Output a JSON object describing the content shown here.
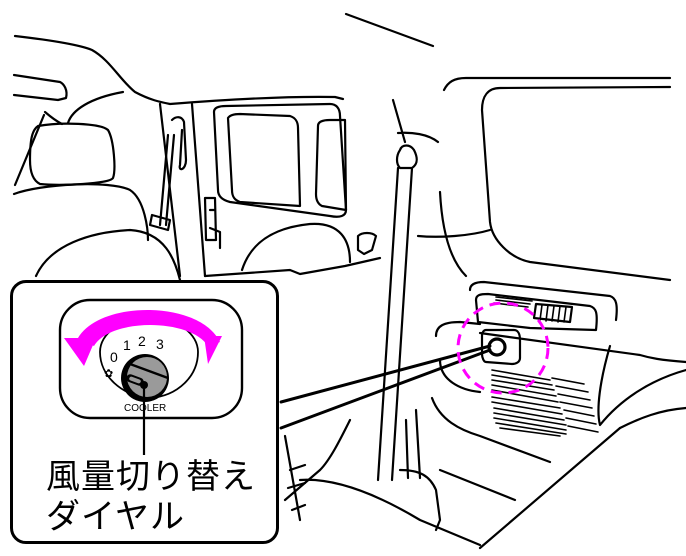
{
  "illustration": {
    "subject": "car interior with fan speed dial callout",
    "highlight_color": "#ff00ff",
    "line_color": "#000000",
    "background": "#ffffff"
  },
  "callout": {
    "dial": {
      "positions": [
        "0",
        "1",
        "2",
        "3"
      ],
      "off_symbol": "fan-icon",
      "cooler_label": "COOLER"
    },
    "label_line1": "風量切り替え",
    "label_line2": "ダイヤル"
  }
}
